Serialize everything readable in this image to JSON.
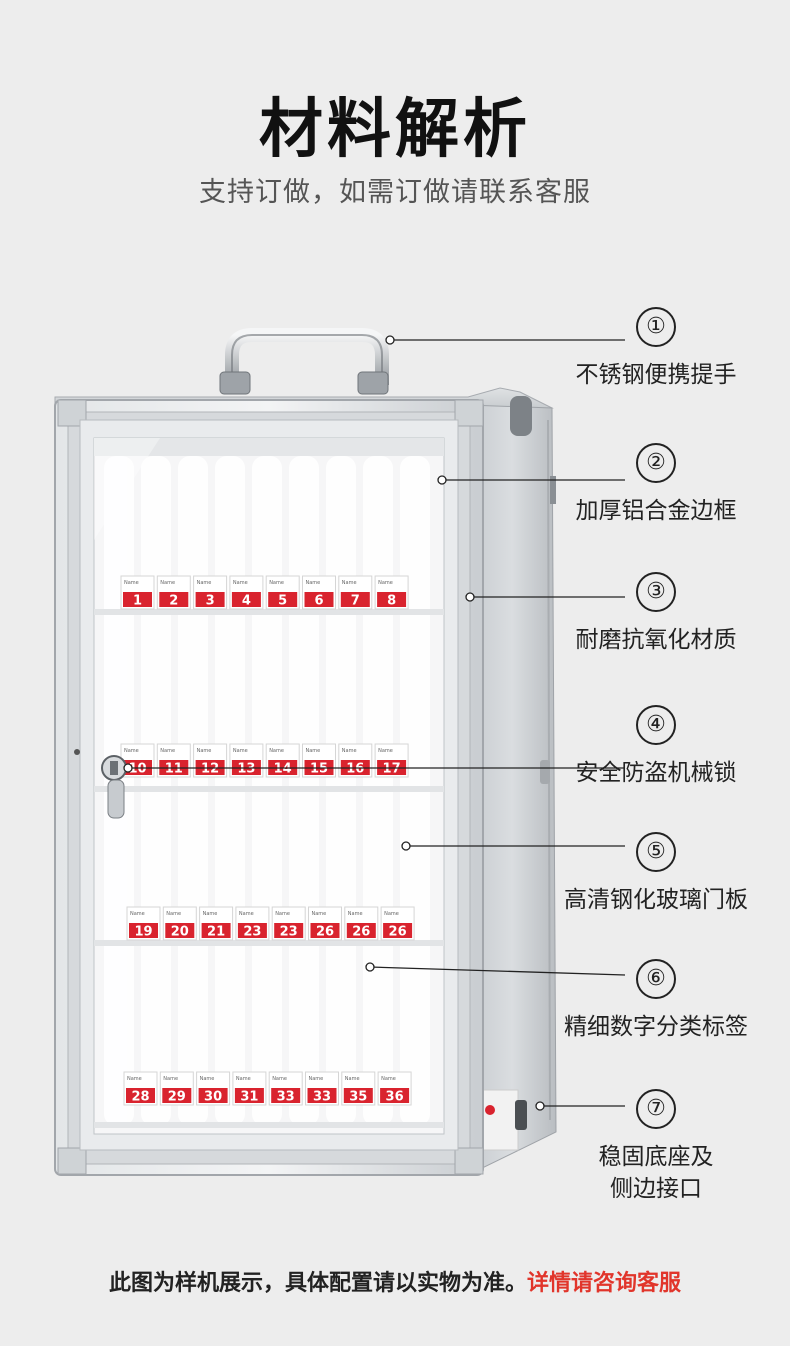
{
  "header": {
    "title": "材料解析",
    "subtitle": "支持订做，如需订做请联系客服"
  },
  "cabinet": {
    "tag_caption": "Name",
    "rows": [
      [
        "1",
        "2",
        "3",
        "4",
        "5",
        "6",
        "7",
        "8"
      ],
      [
        "10",
        "11",
        "12",
        "13",
        "14",
        "15",
        "16",
        "17"
      ],
      [
        "19",
        "20",
        "21",
        "23",
        "23",
        "26",
        "26",
        "26"
      ],
      [
        "28",
        "29",
        "30",
        "31",
        "33",
        "33",
        "35",
        "36"
      ]
    ],
    "colors": {
      "tag_red": "#d9232e",
      "frame": "#c9cdd1",
      "interior": "#f4f4f5"
    }
  },
  "callouts": [
    {
      "num": "①",
      "label": "不锈钢便携提手"
    },
    {
      "num": "②",
      "label": "加厚铝合金边框"
    },
    {
      "num": "③",
      "label": "耐磨抗氧化材质"
    },
    {
      "num": "④",
      "label": "安全防盗机械锁"
    },
    {
      "num": "⑤",
      "label": "高清钢化玻璃门板"
    },
    {
      "num": "⑥",
      "label": "精细数字分类标签"
    },
    {
      "num": "⑦",
      "label": "稳固底座及\n侧边接口"
    }
  ],
  "footer": {
    "text": "此图为样机展示，具体配置请以实物为准。",
    "cta": "详情请咨询客服",
    "cta_color": "#e1352b"
  }
}
